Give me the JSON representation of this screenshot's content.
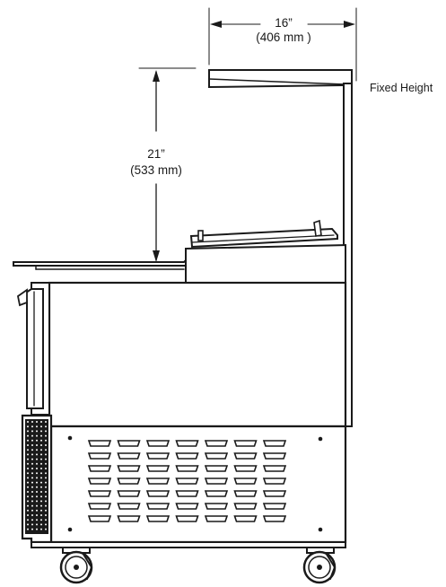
{
  "dimensions": {
    "width": {
      "imperial": "16”",
      "metric": "(406 mm )"
    },
    "height": {
      "imperial": "21”",
      "metric": "(533 mm)"
    }
  },
  "labels": {
    "fixed_height": "Fixed Height"
  }
}
